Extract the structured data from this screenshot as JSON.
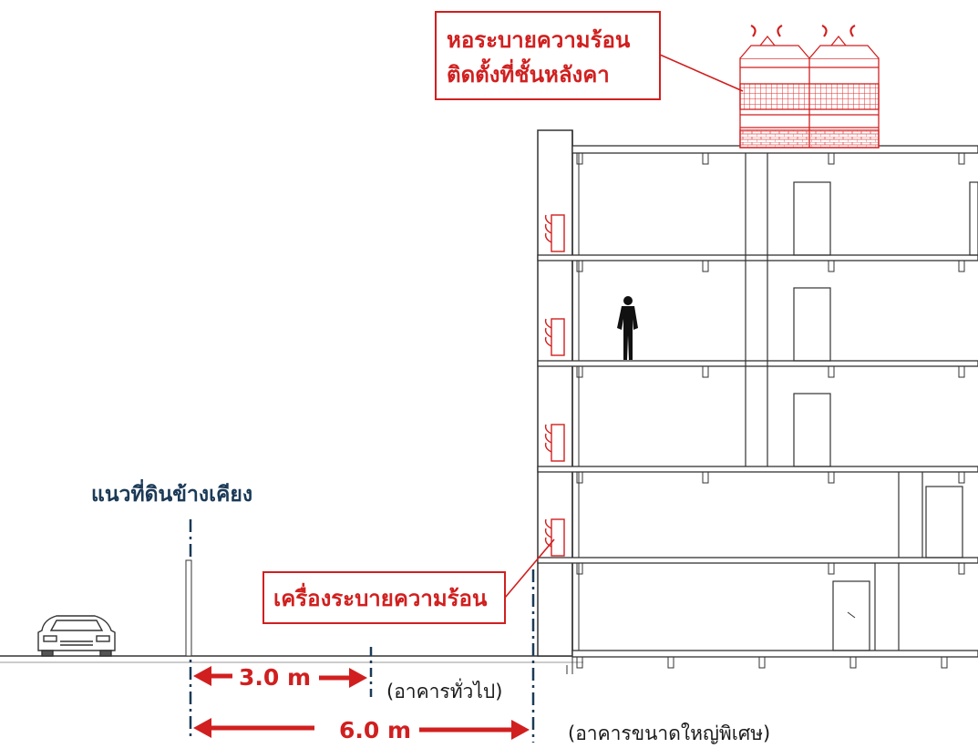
{
  "labels": {
    "cooling_tower_line1": "หอระบายความร้อน",
    "cooling_tower_line2": "ติดตั้งที่ชั้นหลังคา",
    "condenser_unit": "เครื่องระบายความร้อน",
    "adjacent_boundary": "แนวที่ดินข้างเคียง",
    "general_building": "(อาคารทั่วไป)",
    "large_building": "(อาคารขนาดใหญ่พิเศษ)"
  },
  "dimensions": {
    "setback_general": "3.0 m",
    "setback_large": "6.0 m"
  },
  "colors": {
    "accent_red": "#d11f1f",
    "boundary_navy": "#1b3a57",
    "line_dark": "#222222"
  },
  "icons": {
    "car": "car-icon",
    "person": "person-icon",
    "cooling_tower": "cooling-tower-icon",
    "condenser": "condenser-unit-icon"
  }
}
